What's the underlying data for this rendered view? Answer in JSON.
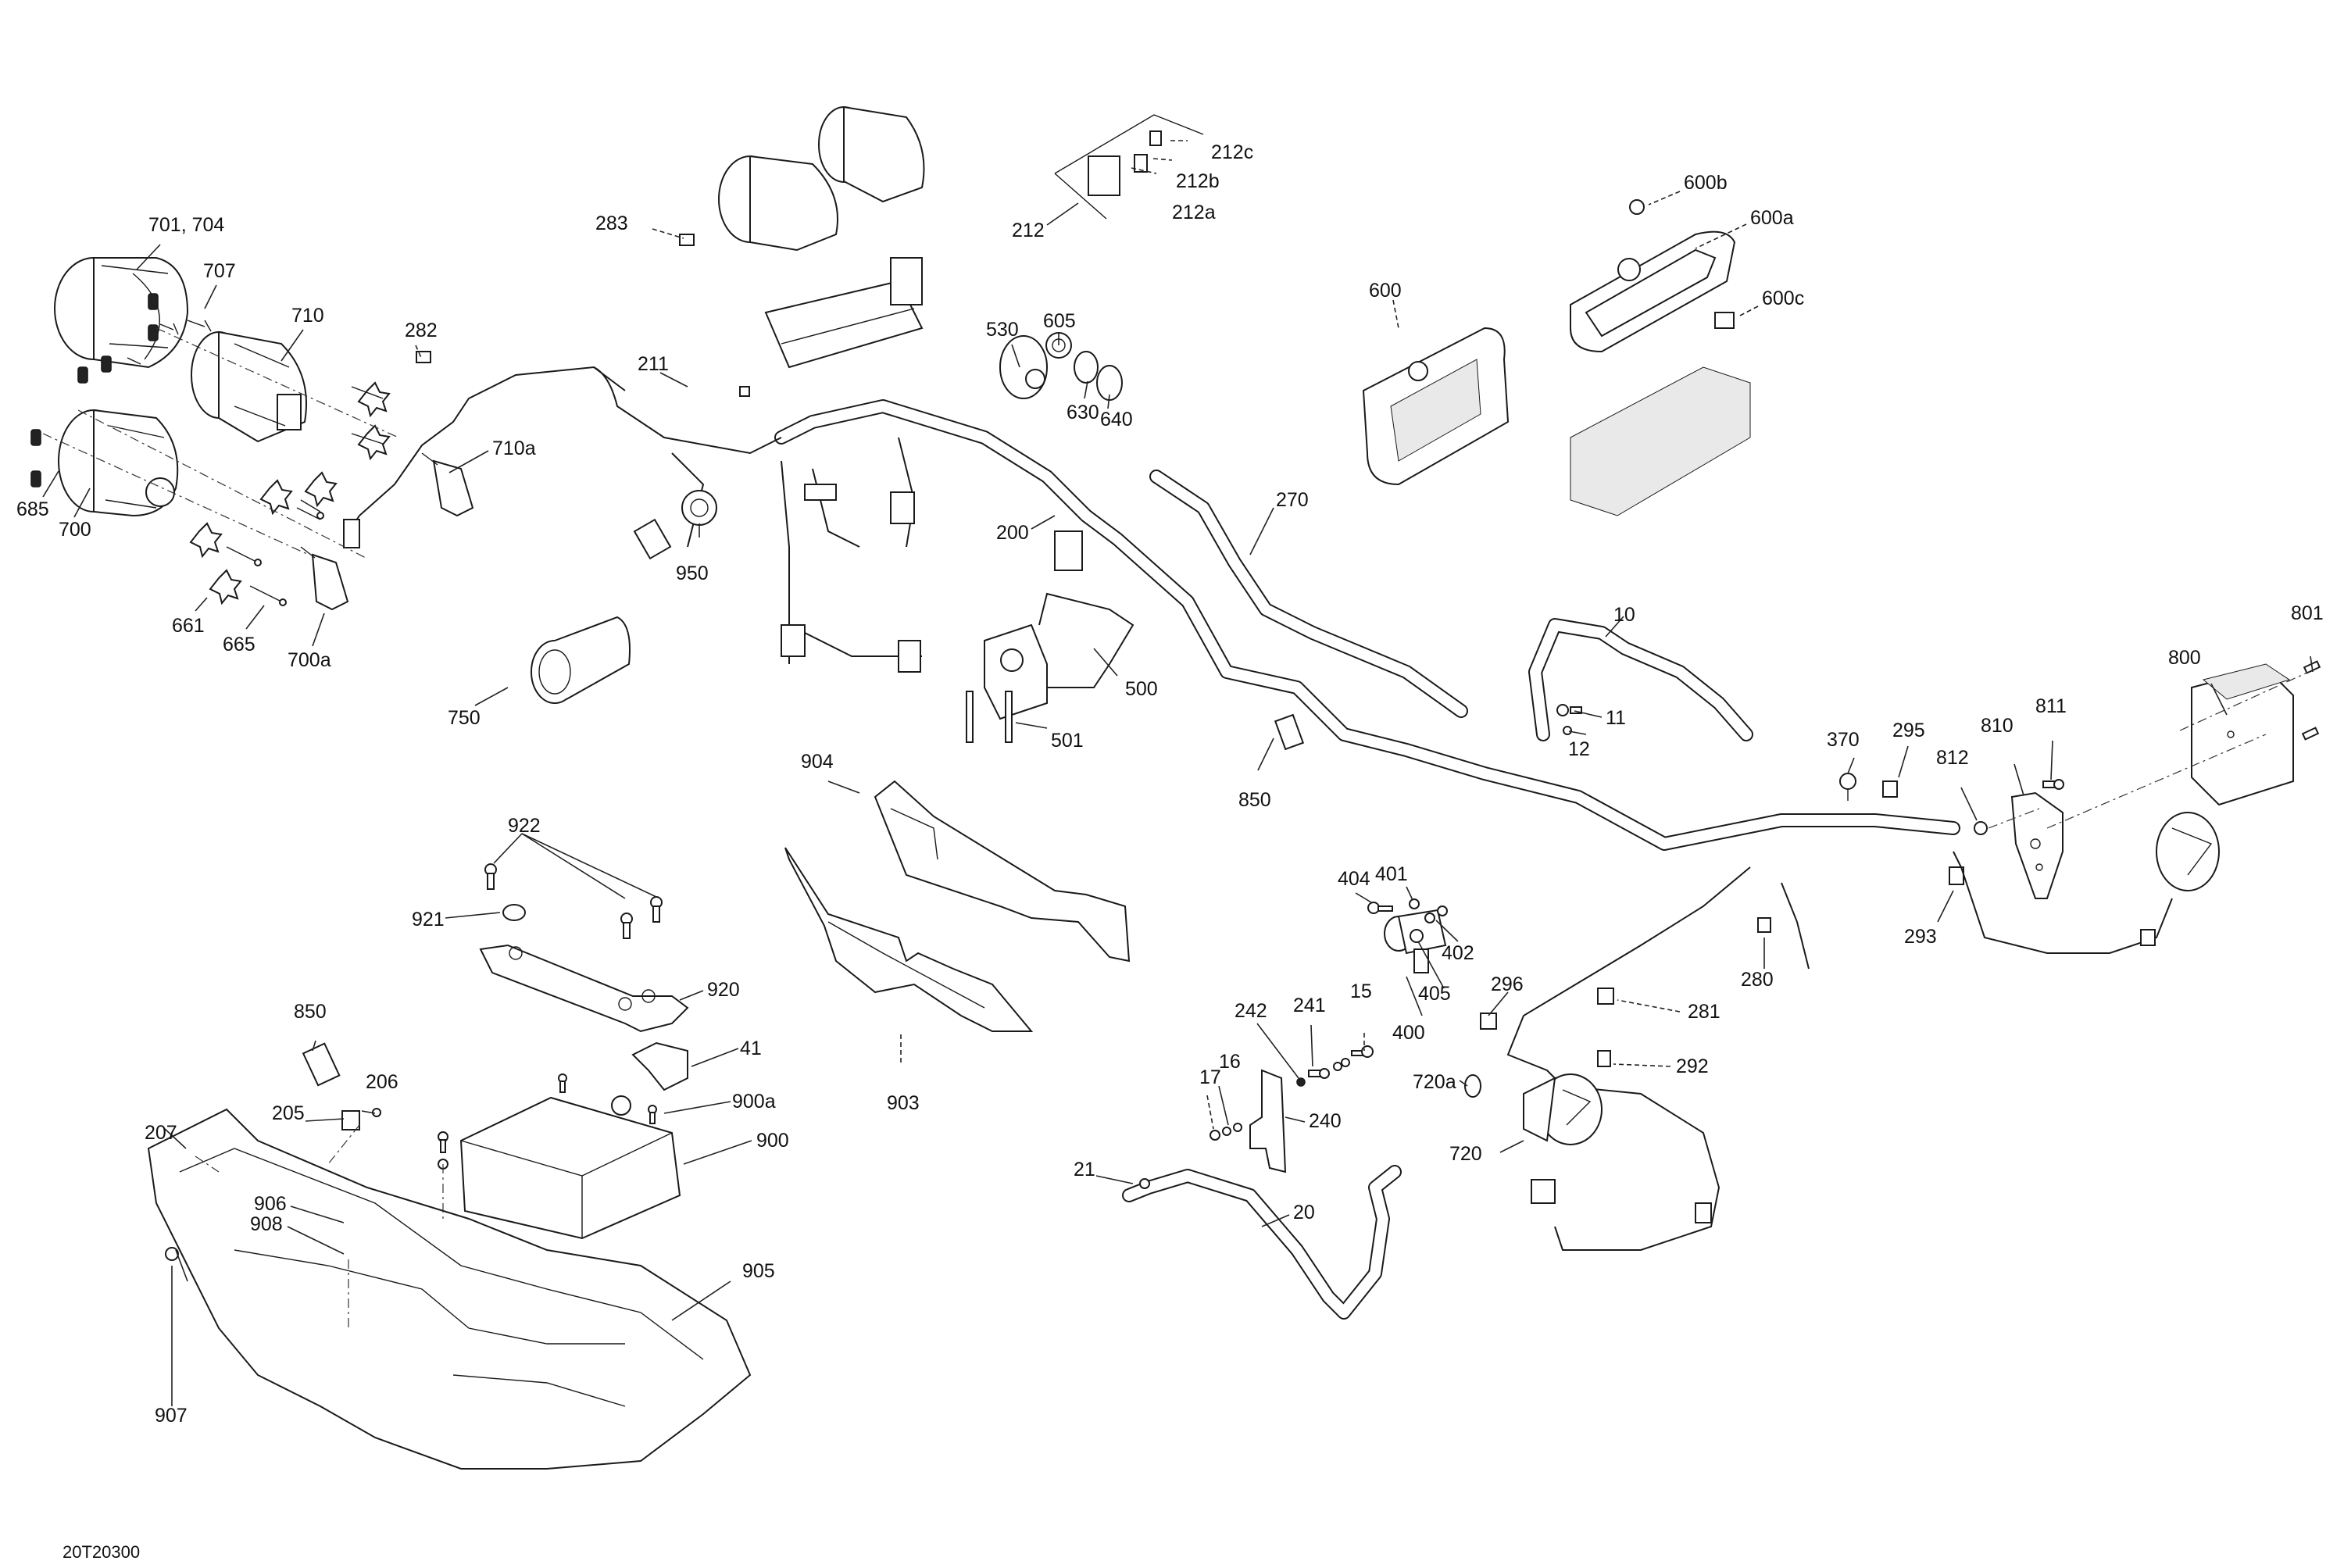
{
  "diagram": {
    "title": "Electrical system exploded parts diagram",
    "drawing_code": "20T20300",
    "colors": {
      "line": "#1a1a1a",
      "background": "#ffffff",
      "label": "#111111"
    },
    "callouts": {
      "c701_704": "701, 704",
      "c707": "707",
      "c710": "710",
      "c282": "282",
      "c710a": "710a",
      "c685": "685",
      "c700": "700",
      "c661": "661",
      "c665": "665",
      "c700a": "700a",
      "c283": "283",
      "c211": "211",
      "c950": "950",
      "c212": "212",
      "c212a": "212a",
      "c212b": "212b",
      "c212c": "212c",
      "c530": "530",
      "c605": "605",
      "c630": "630",
      "c640": "640",
      "c200": "200",
      "c270": "270",
      "c600": "600",
      "c600a": "600a",
      "c600b": "600b",
      "c600c": "600c",
      "c750": "750",
      "c500": "500",
      "c501": "501",
      "c850_top": "850",
      "c10": "10",
      "c11": "11",
      "c12": "12",
      "c370": "370",
      "c295": "295",
      "c812": "812",
      "c810": "810",
      "c811": "811",
      "c800": "800",
      "c801": "801",
      "c293": "293",
      "c280": "280",
      "c281": "281",
      "c292": "292",
      "c296": "296",
      "c404": "404",
      "c401": "401",
      "c402": "402",
      "c405": "405",
      "c400": "400",
      "c720a": "720a",
      "c720": "720",
      "c242": "242",
      "c241": "241",
      "c15": "15",
      "c16": "16",
      "c17": "17",
      "c240": "240",
      "c21": "21",
      "c20": "20",
      "c904": "904",
      "c903": "903",
      "c922": "922",
      "c921": "921",
      "c920": "920",
      "c41": "41",
      "c900a": "900a",
      "c900": "900",
      "c850_bottom": "850",
      "c206": "206",
      "c205": "205",
      "c207": "207",
      "c906": "906",
      "c908": "908",
      "c905": "905",
      "c907": "907"
    },
    "parts": [
      {
        "ref": "701, 704",
        "icon": "headlight-housing"
      },
      {
        "ref": "707",
        "icon": "screw"
      },
      {
        "ref": "710",
        "icon": "headlight-projector"
      },
      {
        "ref": "282",
        "icon": "clip"
      },
      {
        "ref": "710a",
        "icon": "bulb"
      },
      {
        "ref": "685",
        "icon": "spring"
      },
      {
        "ref": "700",
        "icon": "headlight-housing"
      },
      {
        "ref": "661",
        "icon": "star-knob"
      },
      {
        "ref": "665",
        "icon": "adjuster-screw"
      },
      {
        "ref": "700a",
        "icon": "bulb"
      },
      {
        "ref": "283",
        "icon": "clip"
      },
      {
        "ref": "211",
        "icon": "clip"
      },
      {
        "ref": "950",
        "icon": "power-outlet"
      },
      {
        "ref": "212",
        "icon": "connector-kit"
      },
      {
        "ref": "212a",
        "icon": "connector-housing"
      },
      {
        "ref": "212b",
        "icon": "terminal"
      },
      {
        "ref": "212c",
        "icon": "lock"
      },
      {
        "ref": "530",
        "icon": "switch"
      },
      {
        "ref": "605",
        "icon": "nut"
      },
      {
        "ref": "630",
        "icon": "switch"
      },
      {
        "ref": "640",
        "icon": "switch"
      },
      {
        "ref": "200",
        "icon": "wiring-harness"
      },
      {
        "ref": "270",
        "icon": "conduit"
      },
      {
        "ref": "600",
        "icon": "fuse-box"
      },
      {
        "ref": "600a",
        "icon": "fuse-box-frame"
      },
      {
        "ref": "600b",
        "icon": "nut"
      },
      {
        "ref": "600c",
        "icon": "relay"
      },
      {
        "ref": "750",
        "icon": "socket"
      },
      {
        "ref": "500",
        "icon": "handlebar-switch"
      },
      {
        "ref": "501",
        "icon": "screw"
      },
      {
        "ref": "850",
        "icon": "connector"
      },
      {
        "ref": "10",
        "icon": "cable"
      },
      {
        "ref": "11",
        "icon": "bolt"
      },
      {
        "ref": "12",
        "icon": "washer"
      },
      {
        "ref": "370",
        "icon": "push-rivet"
      },
      {
        "ref": "295",
        "icon": "clip"
      },
      {
        "ref": "812",
        "icon": "nut"
      },
      {
        "ref": "810",
        "icon": "bracket"
      },
      {
        "ref": "811",
        "icon": "bolt"
      },
      {
        "ref": "800",
        "icon": "voltage-regulator"
      },
      {
        "ref": "801",
        "icon": "bolt"
      },
      {
        "ref": "293",
        "icon": "clip"
      },
      {
        "ref": "280",
        "icon": "clip"
      },
      {
        "ref": "281",
        "icon": "clip"
      },
      {
        "ref": "292",
        "icon": "clip"
      },
      {
        "ref": "296",
        "icon": "clip"
      },
      {
        "ref": "404",
        "icon": "bolt"
      },
      {
        "ref": "401",
        "icon": "nut"
      },
      {
        "ref": "402",
        "icon": "nut"
      },
      {
        "ref": "405",
        "icon": "nut"
      },
      {
        "ref": "400",
        "icon": "solenoid"
      },
      {
        "ref": "720a",
        "icon": "bulb"
      },
      {
        "ref": "720",
        "icon": "light"
      },
      {
        "ref": "242",
        "icon": "washer"
      },
      {
        "ref": "241",
        "icon": "bolt"
      },
      {
        "ref": "15",
        "icon": "bolt"
      },
      {
        "ref": "16",
        "icon": "washer"
      },
      {
        "ref": "17",
        "icon": "nut"
      },
      {
        "ref": "240",
        "icon": "bracket"
      },
      {
        "ref": "21",
        "icon": "nut"
      },
      {
        "ref": "20",
        "icon": "cable"
      },
      {
        "ref": "904",
        "icon": "cover"
      },
      {
        "ref": "903",
        "icon": "cover"
      },
      {
        "ref": "922",
        "icon": "bolt"
      },
      {
        "ref": "921",
        "icon": "nut"
      },
      {
        "ref": "920",
        "icon": "battery-strap"
      },
      {
        "ref": "41",
        "icon": "terminal-cover"
      },
      {
        "ref": "900a",
        "icon": "bolt"
      },
      {
        "ref": "900",
        "icon": "battery"
      },
      {
        "ref": "206",
        "icon": "screw"
      },
      {
        "ref": "205",
        "icon": "bracket"
      },
      {
        "ref": "207",
        "icon": "nut"
      },
      {
        "ref": "906",
        "icon": "bolt"
      },
      {
        "ref": "908",
        "icon": "washer"
      },
      {
        "ref": "905",
        "icon": "battery-tray"
      },
      {
        "ref": "907",
        "icon": "grommet"
      }
    ]
  }
}
